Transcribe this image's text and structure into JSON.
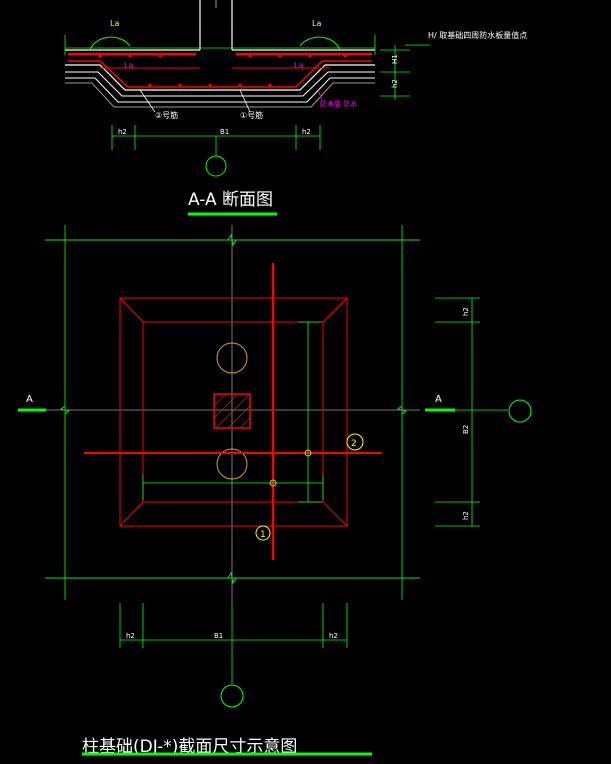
{
  "section_view": {
    "title": "A-A 断面图",
    "la_left_top": "La",
    "la_right_top": "La",
    "la_left_inner": "La",
    "la_right_inner": "La",
    "note_top": "H/ 取基础四周防水板量值点",
    "rebar2_label": "②号筋",
    "rebar1_label": "①号筋",
    "waterproof_label": "防水层  防水",
    "dim_h1": "H1",
    "dim_h2_right": "h2",
    "dim_h2_left": "h2",
    "dim_b1": "B1",
    "dim_h2_right_bottom": "h2"
  },
  "plan_view": {
    "title": "柱基础(DJ-*)截面尺寸示意图",
    "section_mark_left": "A",
    "section_mark_right": "A",
    "rebar_tag_1": "1",
    "rebar_tag_2": "2",
    "dim_bottom_h2_left": "h2",
    "dim_bottom_b1": "B1",
    "dim_bottom_h2_right": "h2",
    "dim_right_h2_top": "h2",
    "dim_right_b2": "B2",
    "dim_right_h2_bottom": "h2"
  },
  "colors": {
    "background": "#000000",
    "line_green": "#00ff00",
    "line_red": "#ff0000",
    "line_white": "#ffffff",
    "magenta": "#ff00ff",
    "gray": "#9a9a9a"
  }
}
